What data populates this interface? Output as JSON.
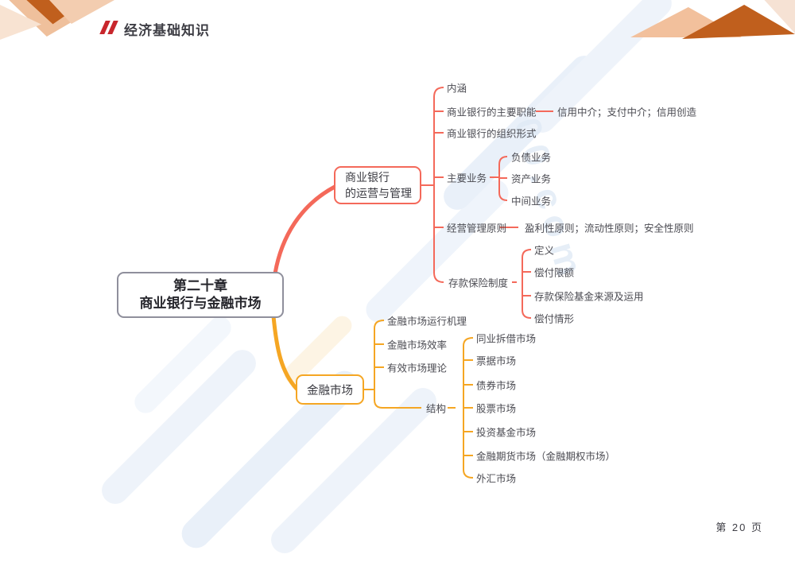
{
  "header": {
    "title": "经济基础知识"
  },
  "footer": {
    "page_label": "第 20 页"
  },
  "watermark": {
    "text": "00.com"
  },
  "colors": {
    "branch1": "#f4695a",
    "branch2": "#f5a623",
    "root_border": "#8f8f9c",
    "header_red": "#c8262c",
    "deco_dark_orange": "#c05f1d",
    "deco_peach": "#efc09c"
  },
  "mindmap": {
    "root": {
      "line1": "第二十章",
      "line2": "商业银行与金融市场"
    },
    "branches": [
      {
        "label_line1": "商业银行",
        "label_line2": "的运营与管理",
        "children": [
          {
            "label": "内涵"
          },
          {
            "label": "商业银行的主要职能",
            "note": "信用中介；支付中介；信用创造"
          },
          {
            "label": "商业银行的组织形式"
          },
          {
            "label": "主要业务",
            "children": [
              {
                "label": "负债业务"
              },
              {
                "label": "资产业务"
              },
              {
                "label": "中间业务"
              }
            ]
          },
          {
            "label": "经营管理原则",
            "note": "盈利性原则；流动性原则；安全性原则"
          },
          {
            "label": "存款保险制度",
            "children": [
              {
                "label": "定义"
              },
              {
                "label": "偿付限额"
              },
              {
                "label": "存款保险基金来源及运用"
              },
              {
                "label": "偿付情形"
              }
            ]
          }
        ]
      },
      {
        "label": "金融市场",
        "children": [
          {
            "label": "金融市场运行机理"
          },
          {
            "label": "金融市场效率"
          },
          {
            "label": "有效市场理论"
          },
          {
            "label": "结构",
            "children": [
              {
                "label": "同业拆借市场"
              },
              {
                "label": "票据市场"
              },
              {
                "label": "债券市场"
              },
              {
                "label": "股票市场"
              },
              {
                "label": "投资基金市场"
              },
              {
                "label": "金融期货市场（金融期权市场）"
              },
              {
                "label": "外汇市场"
              }
            ]
          }
        ]
      }
    ]
  }
}
